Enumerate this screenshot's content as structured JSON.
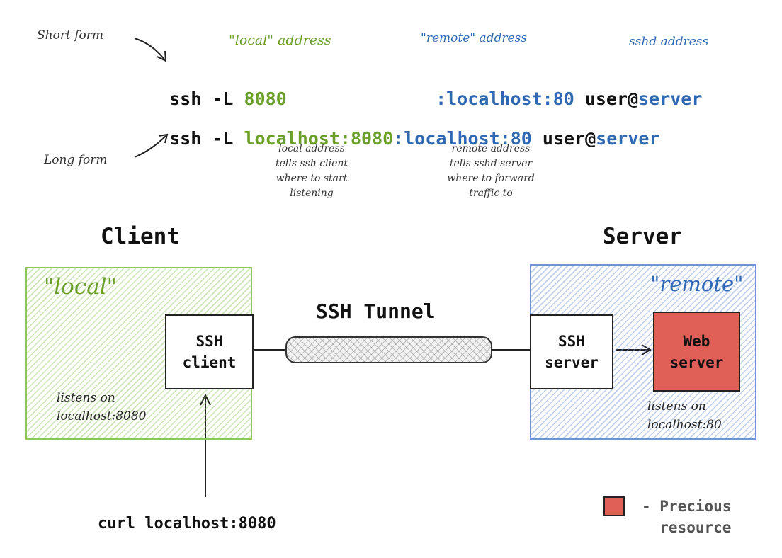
{
  "labels": {
    "short_form": "Short form",
    "long_form": "Long form",
    "local_address_heading": "\"local\" address",
    "remote_address_heading": "\"remote\" address",
    "sshd_address_heading": "sshd address"
  },
  "command_short": {
    "prefix": "ssh -L ",
    "local": "8080",
    "remote": ":localhost:80",
    "user": " user@",
    "server": "server"
  },
  "command_long": {
    "prefix": "ssh -L ",
    "local": "localhost:8080",
    "remote": ":localhost:80",
    "user": " user@",
    "server": "server"
  },
  "notes": {
    "local": [
      "local address",
      "tells ssh client",
      "where to start",
      "listening"
    ],
    "remote": [
      "remote address",
      "tells sshd server",
      "where to forward",
      "traffic to"
    ]
  },
  "client": {
    "title": "Client",
    "area_label": "\"local\"",
    "box_label": "SSH\nclient",
    "listens": [
      "listens on",
      "localhost:8080"
    ]
  },
  "tunnel": {
    "label": "SSH Tunnel"
  },
  "server": {
    "title": "Server",
    "area_label": "\"remote\"",
    "ssh_box_label": "SSH\nserver",
    "web_box_label": "Web\nserver",
    "listens": [
      "listens on",
      "localhost:80"
    ]
  },
  "curl_command": "curl localhost:8080",
  "legend": {
    "text": [
      "- Precious",
      "resource"
    ],
    "color": "#e06058"
  },
  "colors": {
    "local": "#6a9f2a",
    "remote": "#2f68b3",
    "client_area": "#8fc65a",
    "server_area": "#6f92d8",
    "web_server": "#e06058"
  }
}
